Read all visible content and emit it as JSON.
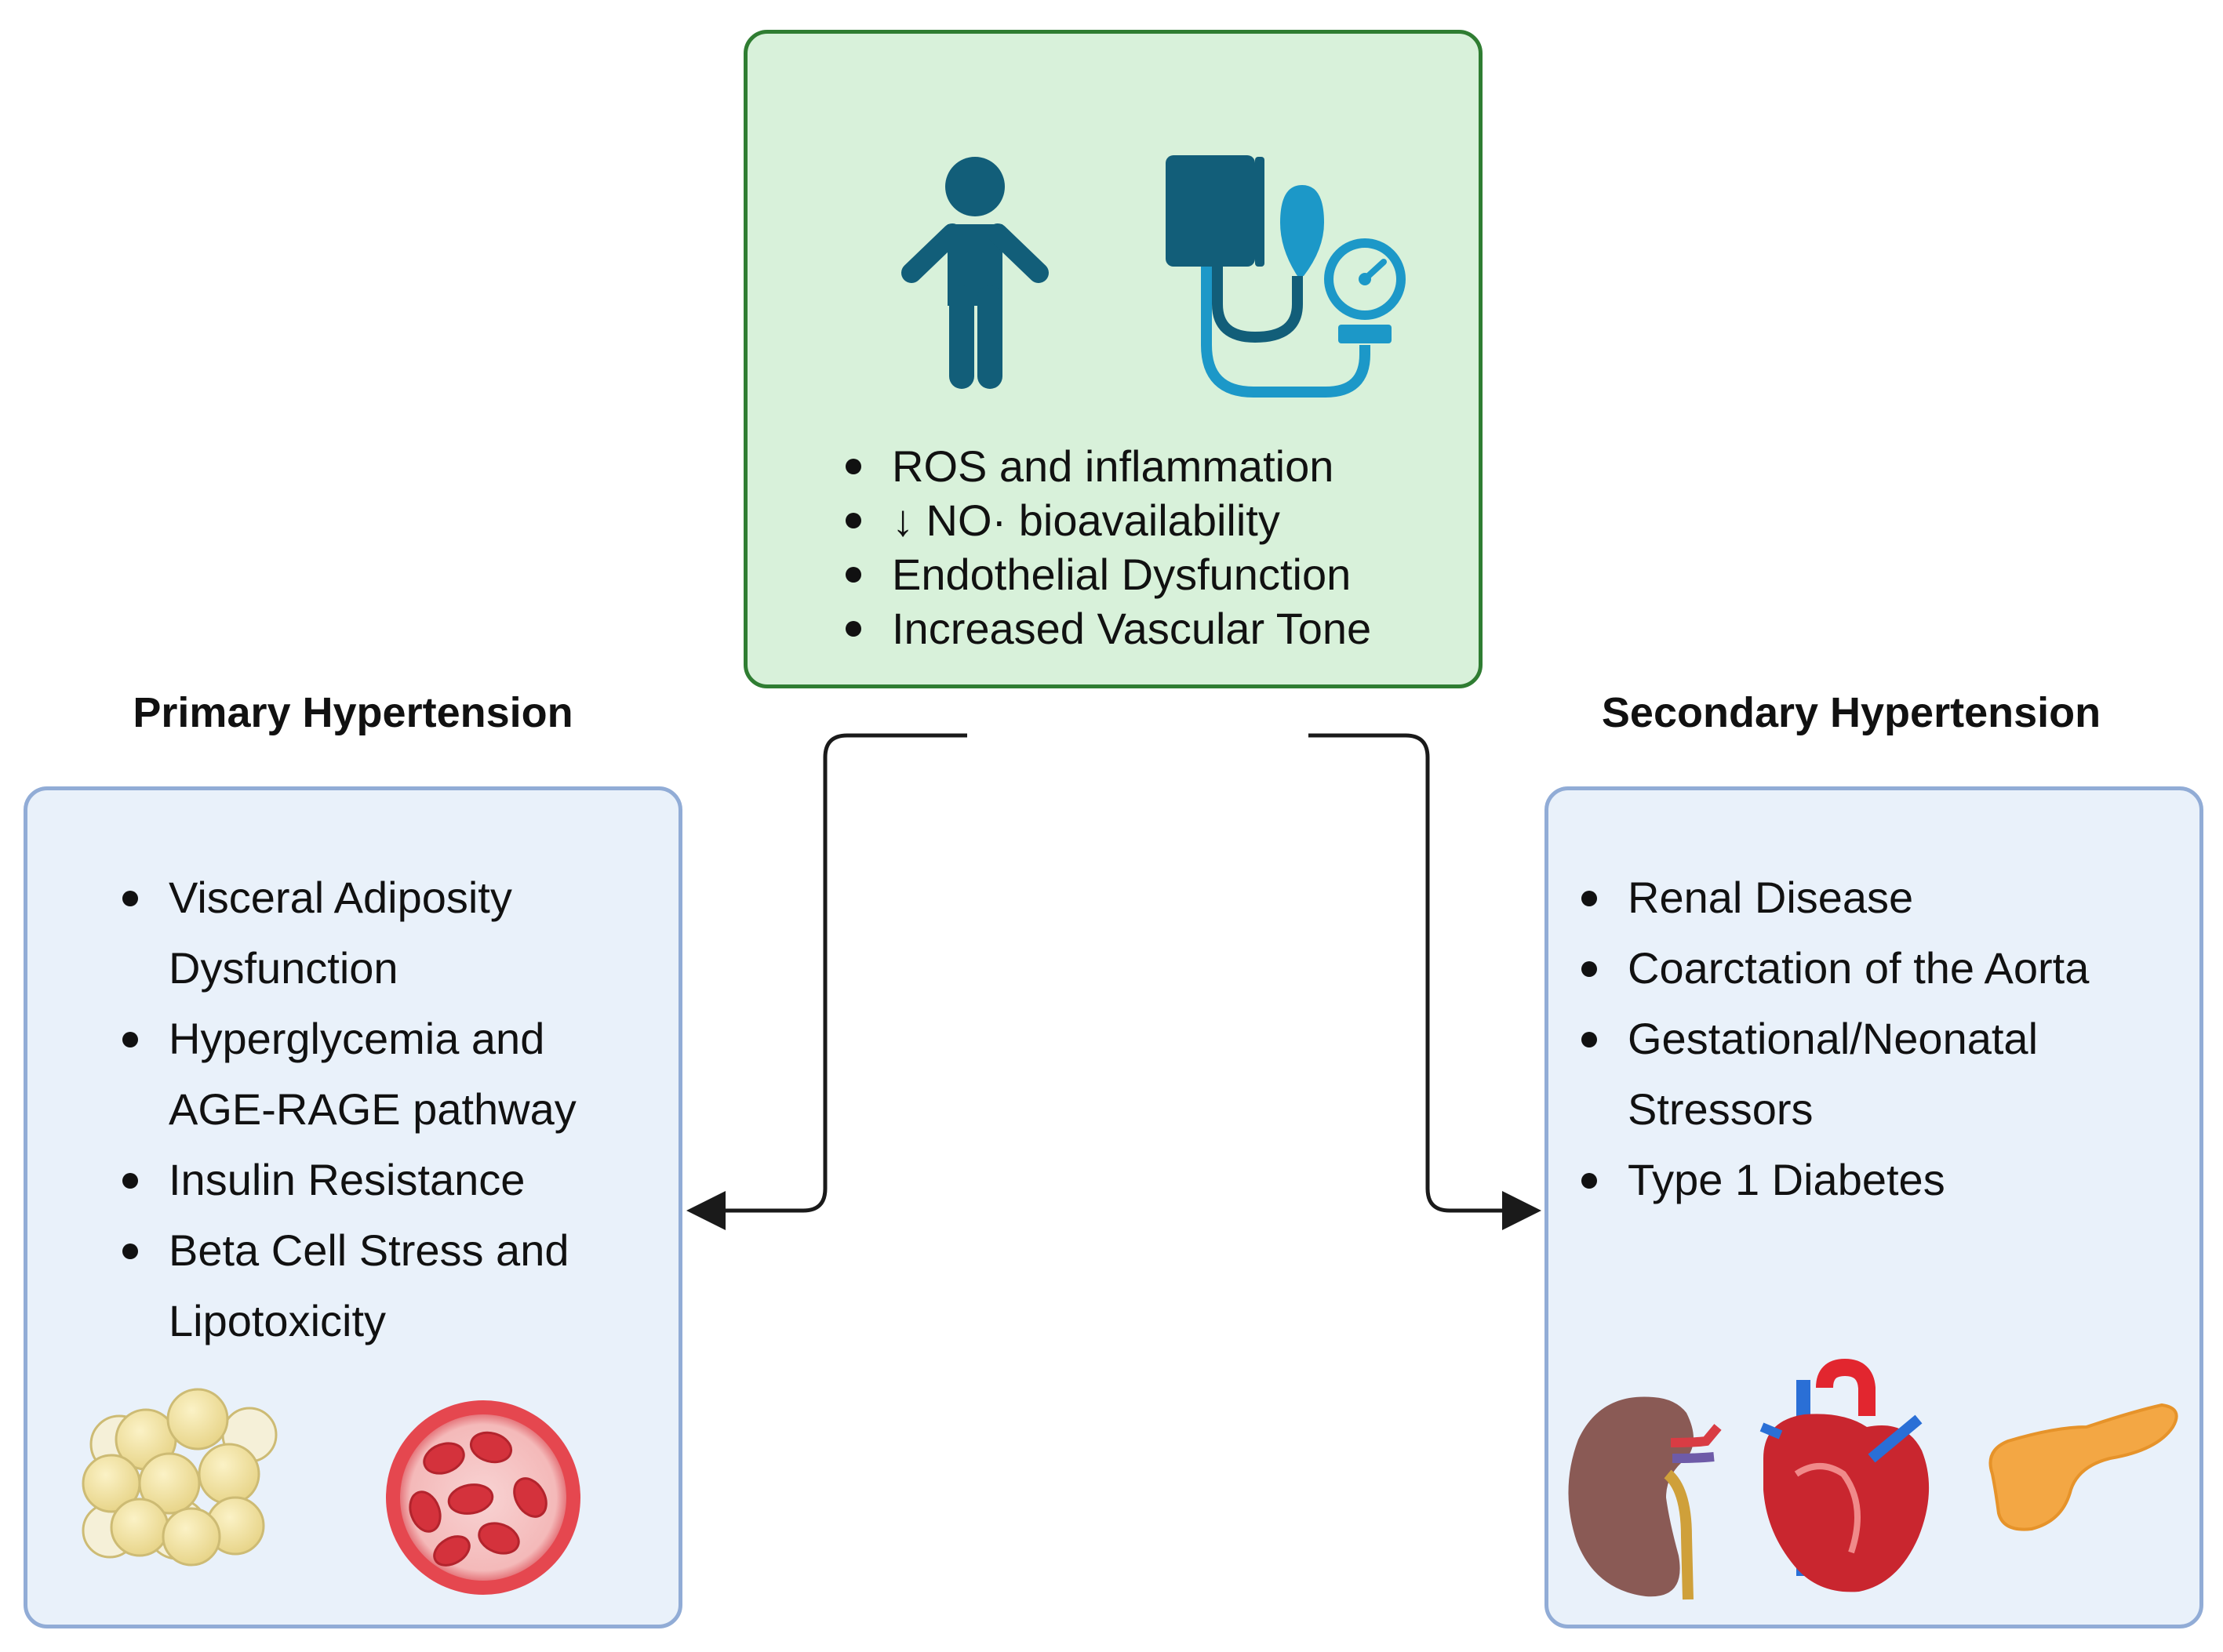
{
  "center_box": {
    "items": [
      "ROS and inflammation",
      "↓ NO· bioavailability",
      "Endothelial Dysfunction",
      "Increased Vascular Tone"
    ]
  },
  "primary": {
    "heading": "Primary Hypertension",
    "items": [
      "Visceral Adiposity Dysfunction",
      "Hyperglycemia and AGE-RAGE pathway",
      "Insulin Resistance",
      "Beta Cell Stress and Lipotoxicity"
    ]
  },
  "secondary": {
    "heading": "Secondary Hypertension",
    "items": [
      "Renal Disease",
      "Coarctation of the Aorta",
      "Gestational/Neonatal Stressors",
      "Type 1 Diabetes"
    ]
  },
  "icons": {
    "center": [
      "child-icon",
      "blood-pressure-monitor-icon"
    ],
    "primary": [
      "adipocytes-icon",
      "red-blood-cells-icon"
    ],
    "secondary": [
      "kidney-icon",
      "heart-icon",
      "pancreas-icon"
    ]
  },
  "colors": {
    "center_fill": "#d8f1da",
    "center_border": "#2f7d32",
    "side_fill": "#e9f1fa",
    "side_border": "#91acd6",
    "icon_dark": "#125e79",
    "icon_light": "#1c98c8"
  }
}
